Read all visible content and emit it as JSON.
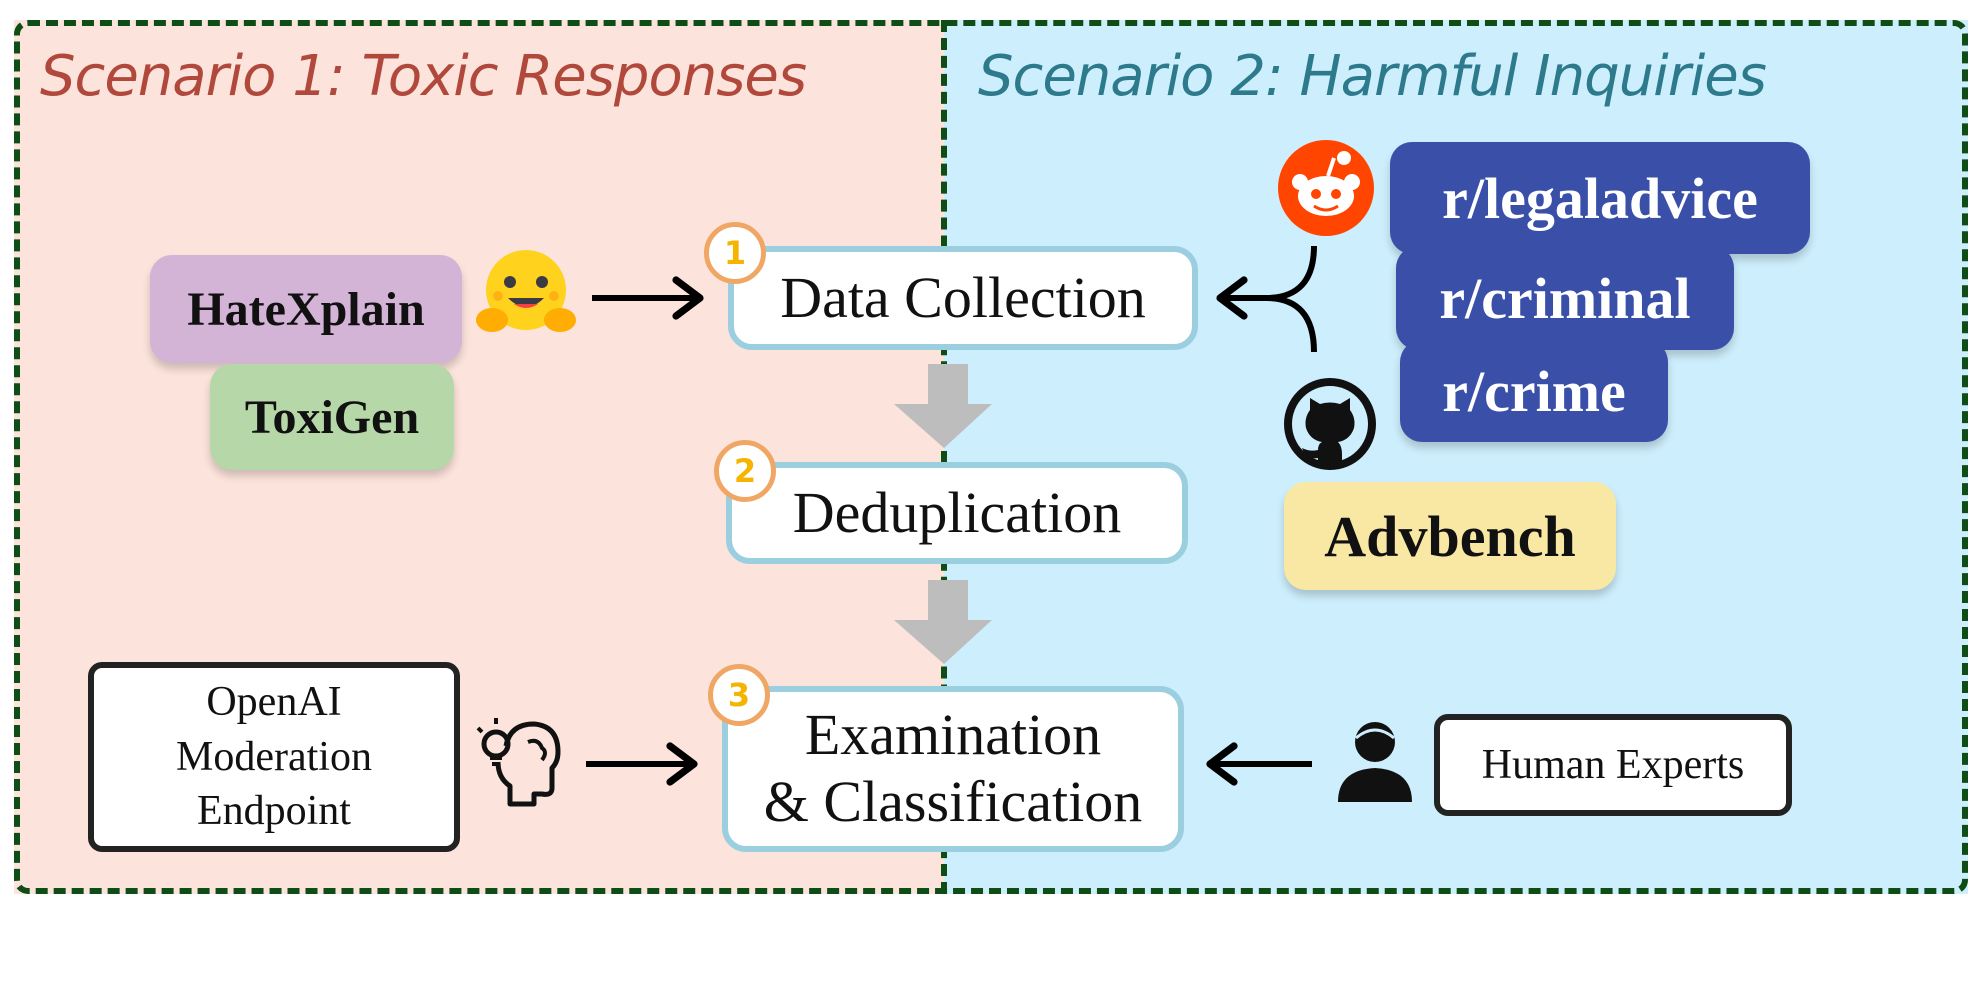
{
  "scenarios": {
    "left_title": "Scenario 1: Toxic Responses",
    "right_title": "Scenario 2: Harmful Inquiries"
  },
  "sources": {
    "hatexplain": "HateXplain",
    "toxigen": "ToxiGen",
    "subreddits": [
      "r/legaladvice",
      "r/criminal",
      "r/crime"
    ],
    "advbench": "Advbench"
  },
  "steps": [
    {
      "number": "1",
      "label": "Data Collection"
    },
    {
      "number": "2",
      "label": "Deduplication"
    },
    {
      "number": "3",
      "label": "Examination\n& Classification"
    }
  ],
  "examiners": {
    "openai": "OpenAI\nModeration\nEndpoint",
    "experts": "Human Experts"
  },
  "icons": [
    "hugging-face-icon",
    "reddit-icon",
    "github-icon",
    "brain-head-icon",
    "person-icon"
  ],
  "colors": {
    "left_panel": "#fce3dc",
    "right_panel": "#cdeefc",
    "border": "#0f4d16",
    "left_title": "#b0483c",
    "right_title": "#2d7a8c",
    "subreddit_chip": "#3a50a8",
    "step_border": "#9bcfdf",
    "badge_ring": "#f0a765",
    "badge_number": "#f4b400"
  }
}
